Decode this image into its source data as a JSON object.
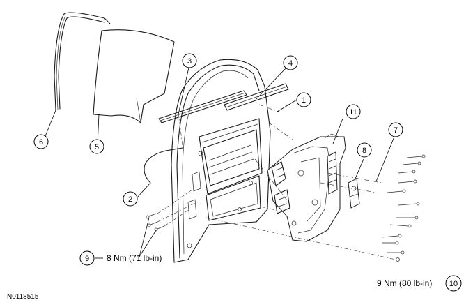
{
  "figure_id": "N0118515",
  "callouts": [
    {
      "num": "1"
    },
    {
      "num": "2"
    },
    {
      "num": "3"
    },
    {
      "num": "4"
    },
    {
      "num": "5"
    },
    {
      "num": "6"
    },
    {
      "num": "7"
    },
    {
      "num": "8"
    },
    {
      "num": "9"
    },
    {
      "num": "10"
    },
    {
      "num": "11"
    }
  ],
  "torque_specs": {
    "item_9": "8 Nm (71 lb-in)",
    "item_10": "9 Nm (80 lb-in)"
  }
}
